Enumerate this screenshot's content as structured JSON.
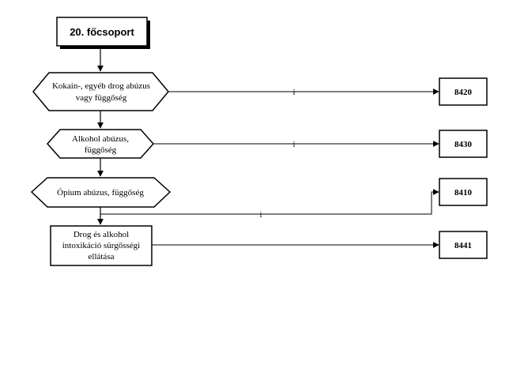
{
  "header": {
    "label": "20. főcsoport"
  },
  "decisions": [
    {
      "lines": [
        "Kokain-, egyéb drog abúzus",
        "vagy függőség"
      ]
    },
    {
      "lines": [
        "Alkohol abúzus,",
        "függőség"
      ]
    },
    {
      "lines": [
        "Ópium abúzus, függőség"
      ]
    }
  ],
  "process": {
    "lines": [
      "Drog és alkohol",
      "intoxikáció sürgősségi",
      "ellátása"
    ]
  },
  "outcomes": [
    {
      "code": "8420",
      "edge_label": "i"
    },
    {
      "code": "8430",
      "edge_label": "i"
    },
    {
      "code": "8410",
      "edge_label": "i"
    },
    {
      "code": "8441",
      "edge_label": ""
    }
  ],
  "colors": {
    "stroke": "#000000",
    "fill": "#ffffff",
    "text": "#000000"
  }
}
